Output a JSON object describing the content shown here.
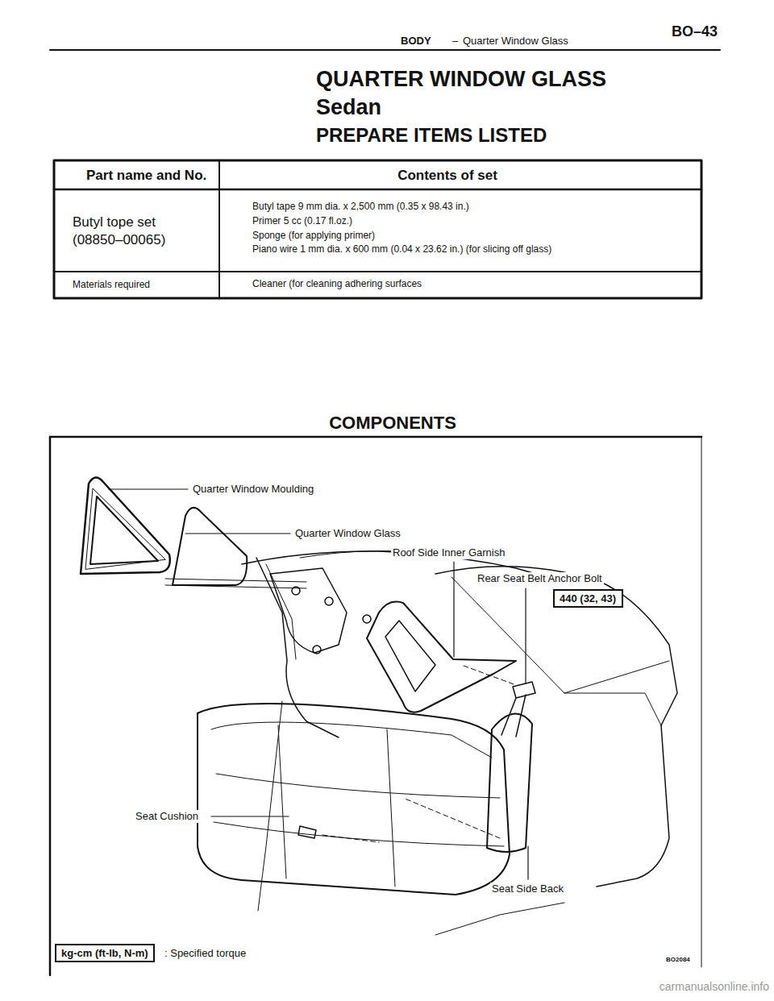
{
  "diagram": {
    "title": "QUARTER WINDOW GLASS",
    "nodes": [
      {
        "text": [
          "440 (32, 43)"
        ]
      },
      {
        "text": [
          "kg-cm (ft-lb, N-m)"
        ]
      }
    ],
    "labels": [
      "BODY",
      "–",
      "Quarter Window Glass",
      "BO–43",
      "Sedan",
      "PREPARE ITEMS LISTED",
      "Part name and No.",
      "Contents of set",
      "Butyl tope set (08850–00065)",
      "Butyl tape 9 mm dia. x 2,500 mm (0.35 x 98.43 in.)",
      "Primer 5 cc (0.17 fl.oz.)",
      "Sponge (for applying primer)",
      "Piano wire 1 mm dia. x 600 mm (0.04 x 23.62 in.) (for slicing off glass)",
      "Materials required",
      "Cleaner (for cleaning adhering surfaces",
      "COMPONENTS",
      "Quarter Window Moulding",
      "Quarter Window Glass",
      "Roof Side Inner Garnish",
      "Rear Seat Belt Anchor Bolt",
      "Seat Cushion",
      "Seat Side Back",
      ": Specified torque",
      "BO2084",
      "carmanualsonline.info"
    ]
  }
}
